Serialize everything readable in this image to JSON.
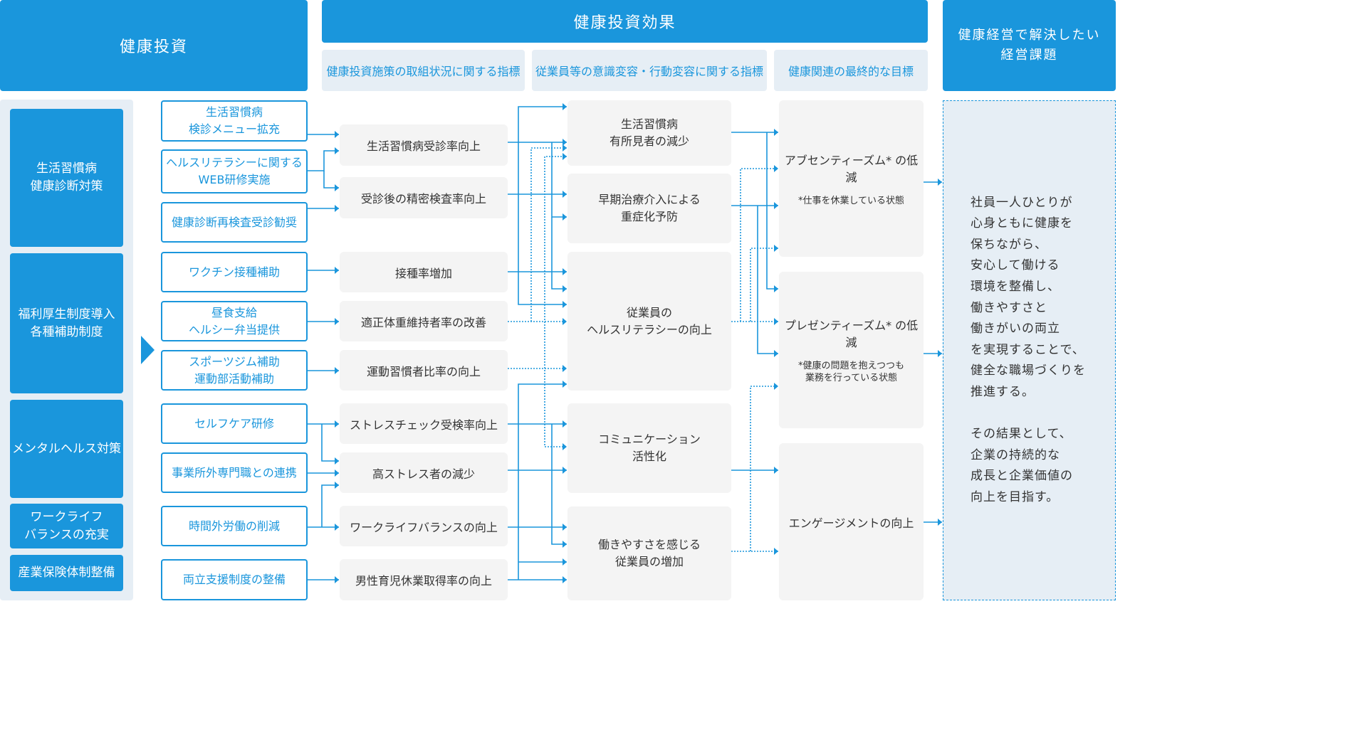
{
  "headers": {
    "investment": "健康投資",
    "effect": "健康投資効果",
    "issue": "健康経営で解決したい\n経営課題"
  },
  "subheaders": [
    "健康投資施策の取組状況に関する指標",
    "従業員等の意識変容・行動変容に関する指標",
    "健康関連の最終的な目標"
  ],
  "categories": [
    "生活習慣病\n健康診断対策",
    "福利厚生制度導入\n各種補助制度",
    "メンタルヘルス対策",
    "ワークライフ\nバランスの充実",
    "産業保険体制整備"
  ],
  "measures": [
    "生活習慣病\n検診メニュー拡充",
    "ヘルスリテラシーに関する\nWEB研修実施",
    "健康診断再検査受診勧奨",
    "ワクチン接種補助",
    "昼食支給\nヘルシー弁当提供",
    "スポーツジム補助\n運動部活動補助",
    "セルフケア研修",
    "事業所外専門職との連携",
    "時間外労働の削減",
    "両立支援制度の整備"
  ],
  "indicators": [
    "生活習慣病受診率向上",
    "受診後の精密検査率向上",
    "接種率増加",
    "適正体重維持者率の改善",
    "運動習慣者比率の向上",
    "ストレスチェック受検率向上",
    "高ストレス者の減少",
    "ワークライフバランスの向上",
    "男性育児休業取得率の向上"
  ],
  "behaviors": [
    "生活習慣病\n有所見者の減少",
    "早期治療介入による\n重症化予防",
    "従業員の\nヘルスリテラシーの向上",
    "コミュニケーション\n活性化",
    "働きやすさを感じる\n従業員の増加"
  ],
  "goals": [
    {
      "title": "アブセンティーズム* の低減",
      "note": "*仕事を休業している状態"
    },
    {
      "title": "プレゼンティーズム* の低減",
      "note": "*健康の問題を抱えつつも\n業務を行っている状態"
    },
    {
      "title": "エンゲージメントの向上",
      "note": ""
    }
  ],
  "issue_text": "社員一人ひとりが\n心身ともに健康を\n保ちながら、\n安心して働ける\n環境を整備し、\n働きやすさと\n働きがいの両立\nを実現することで、\n健全な職場づくりを\n推進する。\n\nその結果として、\n企業の持続的な\n成長と企業価値の\n向上を目指す。",
  "colors": {
    "accent": "#1a96dc",
    "panel": "#e6eef5",
    "box": "#f4f4f4",
    "text": "#333333"
  }
}
